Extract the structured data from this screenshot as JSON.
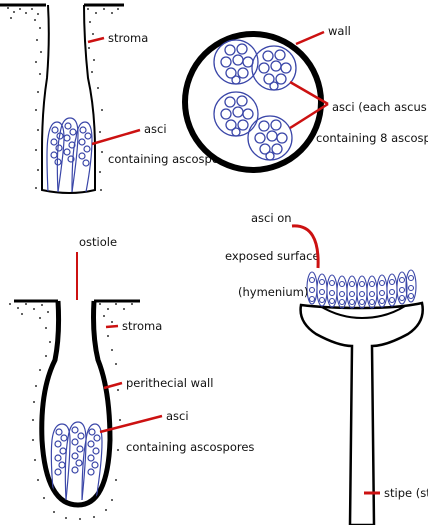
{
  "colors": {
    "outline": "#000000",
    "ascus": "#3a46a8",
    "leader": "#cc1111",
    "stroma_dots": "#333333"
  },
  "panels": {
    "top_left": {
      "stroma_label": "stroma",
      "asci_label": "asci",
      "asci_sub_label": "containing ascospores"
    },
    "top_right": {
      "wall_label": "wall",
      "asci_label": "asci (each ascus",
      "asci_sub_label": "containing 8 ascospor"
    },
    "bottom_left": {
      "ostiole_label": "ostiole",
      "stroma_label": "stroma",
      "wall_label": "perithecial wall",
      "asci_label": "asci",
      "asci_sub_label": "containing ascospores"
    },
    "bottom_right": {
      "label_line1": "asci on",
      "label_line2": "exposed surface",
      "label_line3": "(hymenium)",
      "stipe_label": "stipe (st"
    }
  }
}
